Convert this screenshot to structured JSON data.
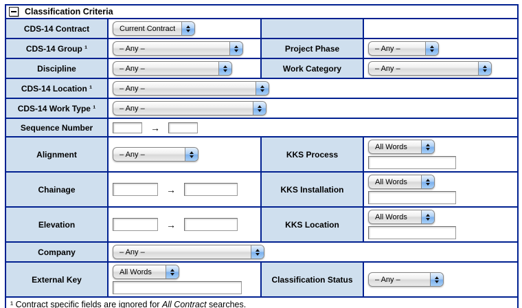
{
  "header": {
    "title": "Classification Criteria"
  },
  "icons": {
    "range_arrow": "→"
  },
  "rows": {
    "contract": {
      "label": "CDS-14 Contract",
      "value": "Current Contract"
    },
    "group": {
      "label": "CDS-14 Group ¹",
      "value": "– Any –"
    },
    "project_phase": {
      "label": "Project Phase",
      "value": "– Any –"
    },
    "discipline": {
      "label": "Discipline",
      "value": "– Any –"
    },
    "work_category": {
      "label": "Work Category",
      "value": "– Any –"
    },
    "location": {
      "label": "CDS-14 Location ¹",
      "value": "– Any –"
    },
    "work_type": {
      "label": "CDS-14 Work Type ¹",
      "value": "– Any –"
    },
    "sequence_number": {
      "label": "Sequence Number",
      "from": "",
      "to": ""
    },
    "alignment": {
      "label": "Alignment",
      "value": "– Any –"
    },
    "kks_process": {
      "label": "KKS Process",
      "mode": "All Words",
      "value": ""
    },
    "chainage": {
      "label": "Chainage",
      "from": "",
      "to": ""
    },
    "kks_installation": {
      "label": "KKS Installation",
      "mode": "All Words",
      "value": ""
    },
    "elevation": {
      "label": "Elevation",
      "from": "",
      "to": ""
    },
    "kks_location": {
      "label": "KKS Location",
      "mode": "All Words",
      "value": ""
    },
    "company": {
      "label": "Company",
      "value": "– Any –"
    },
    "external_key": {
      "label": "External Key",
      "mode": "All Words",
      "value": ""
    },
    "classification_status": {
      "label": "Classification Status",
      "value": "– Any –"
    }
  },
  "footnote": {
    "prefix": "¹ Contract specific fields are ignored for ",
    "italic": "All Contract",
    "suffix": " searches."
  },
  "colors": {
    "border_navy": "#002090",
    "label_bg": "#cfdfee",
    "stepper_blue": "#7cb1ee"
  }
}
